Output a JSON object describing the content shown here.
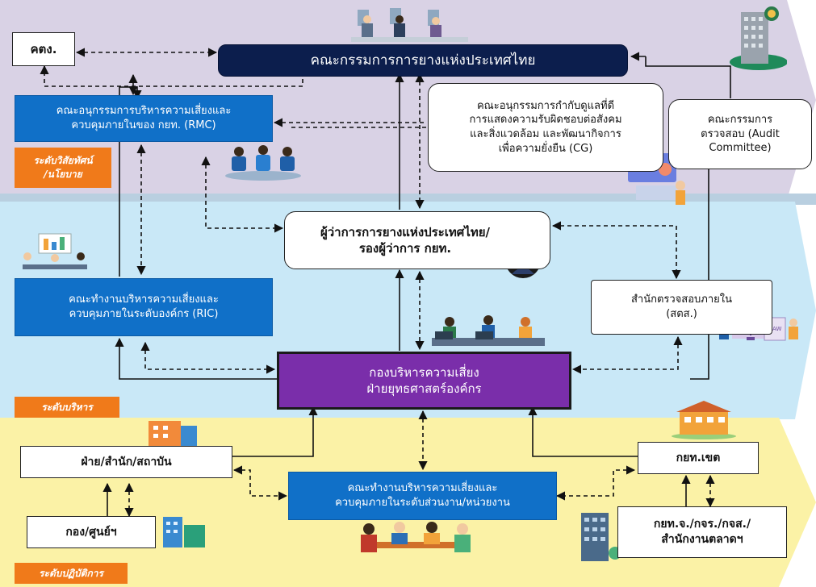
{
  "colors": {
    "top_band": "#d9d2e5",
    "middle_band": "#c9e8f7",
    "bottom_band": "#fbf2a6",
    "blue_box": "#1070c8",
    "navy_box": "#0c1e4d",
    "purple_box": "#7a2eaa",
    "level_tag": "#f07a1a"
  },
  "boxes": {
    "kng": [
      "คตง."
    ],
    "board": [
      "คณะกรรมการการยางแห่งประเทศไทย"
    ],
    "rmc": [
      "คณะอนุกรรมการบริหารความเสี่ยงและ",
      "ควบคุมภายในของ กยท. (RMC)"
    ],
    "cg": [
      "คณะอนุกรรมการกำกับดูแลที่ดี",
      "การแสดงความรับผิดชอบต่อสังคม",
      "และสิ่งแวดล้อม และพัฒนากิจการ",
      "เพื่อความยั่งยืน (CG)"
    ],
    "audit": [
      "คณะกรรมการ",
      "ตรวจสอบ (Audit",
      "Committee)"
    ],
    "governor": [
      "ผู้ว่าการการยางแห่งประเทศไทย/",
      "รองผู้ว่าการ กยท."
    ],
    "ric": [
      "คณะทำงานบริหารความเสี่ยงและ",
      "ควบคุมภายในระดับองค์กร (RIC)"
    ],
    "internal_audit": [
      "สำนักตรวจสอบภายใน",
      "(สตส.)"
    ],
    "risk_division": [
      "กองบริหารความเสี่ยง",
      "ฝ่ายยุทธศาสตร์องค์กร"
    ],
    "department": [
      "ฝ่าย/สำนัก/สถาบัน"
    ],
    "division": [
      "กอง/ศูนย์ฯ"
    ],
    "unit_working_group": [
      "คณะทำงานบริหารความเสี่ยงและ",
      "ควบคุมภายในระดับส่วนงาน/หน่วยงาน"
    ],
    "regional": [
      "กยท.เขต"
    ],
    "provincial": [
      "กยท.จ./กจร./กจส./",
      "สำนักงานตลาดฯ"
    ]
  },
  "levels": {
    "policy": [
      "ระดับวิสัยทัศน์",
      "/นโยบาย"
    ],
    "management": [
      "ระดับบริหาร"
    ],
    "operational": [
      "ระดับปฏิบัติการ"
    ]
  },
  "illustrations": [
    "meeting-people-icon",
    "office-building-icon",
    "board-members-icon",
    "data-analyst-icon",
    "presentation-icon",
    "governor-avatar-icon",
    "staff-desk-icon",
    "law-scale-icon",
    "small-building-icon",
    "town-hall-icon",
    "team-meeting-icon",
    "city-building-icon"
  ]
}
